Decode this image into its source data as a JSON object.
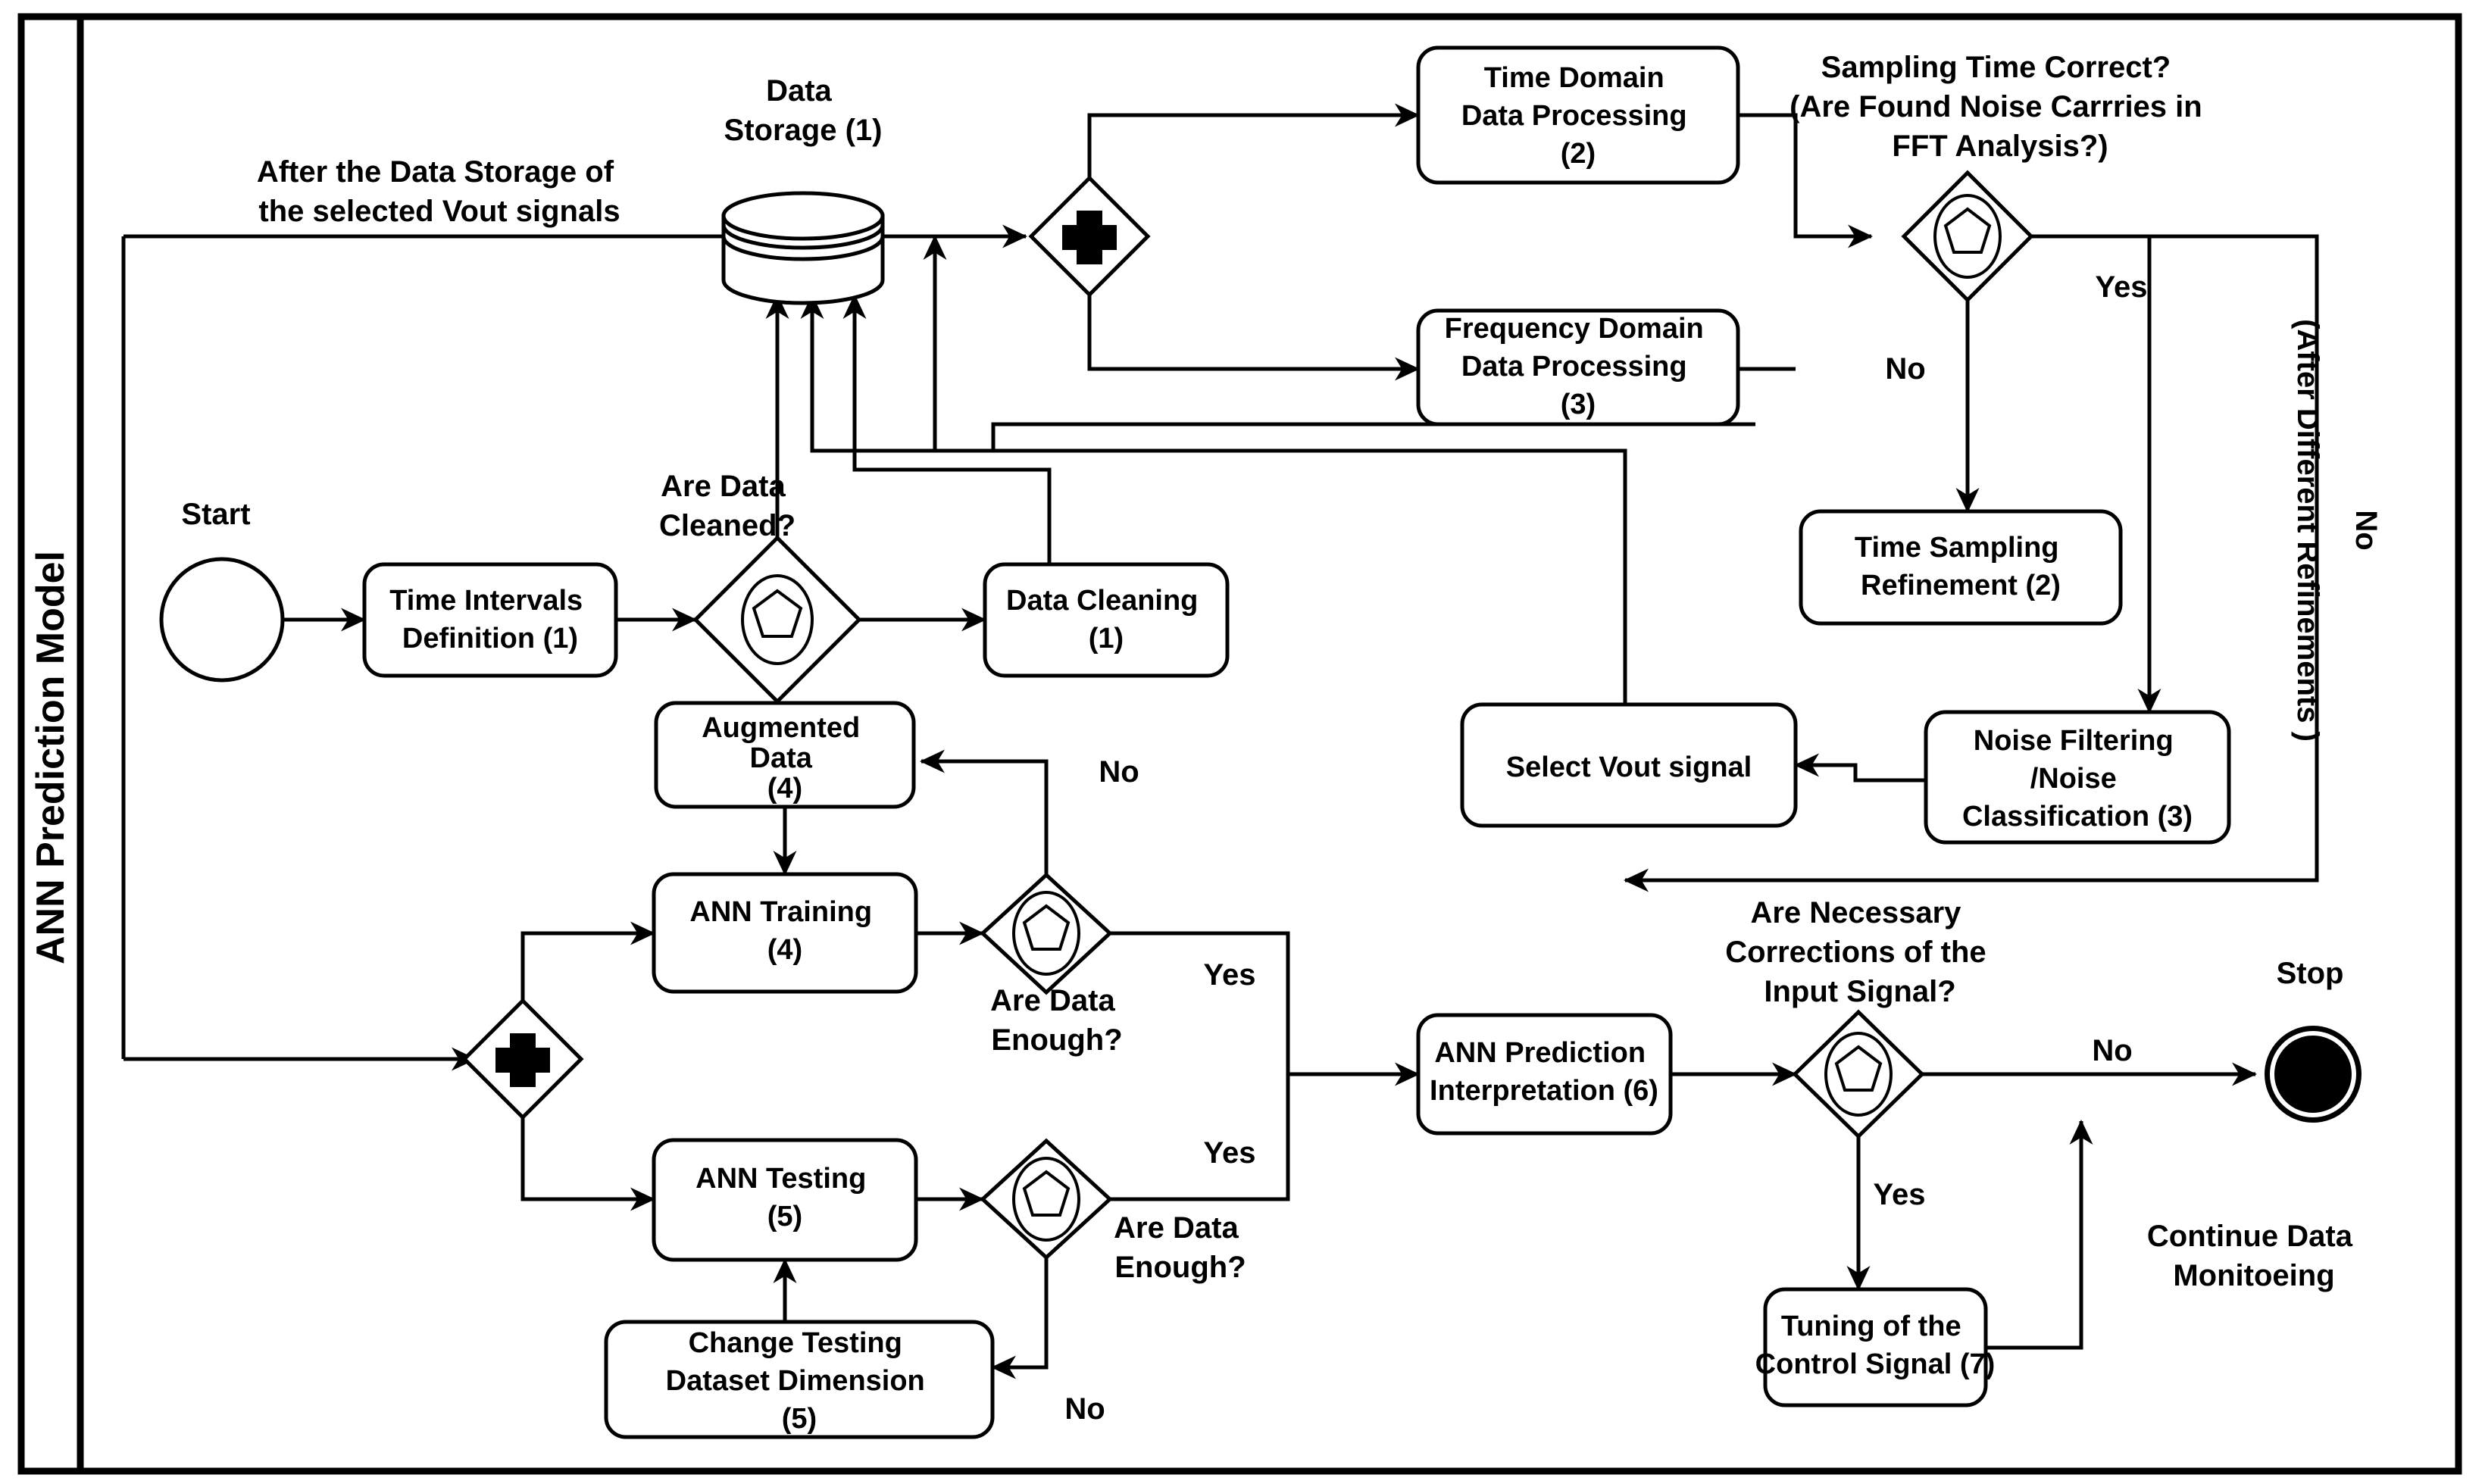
{
  "pool": {
    "lane_title": "ANN Prediction Model"
  },
  "events": {
    "start_label": "Start",
    "stop_label": "Stop"
  },
  "data_objects": [
    {
      "id": "data-storage",
      "label_line1": "Data",
      "label_line2": "Storage (1)"
    }
  ],
  "annotations": [
    {
      "id": "after-storage-note",
      "line1": "After the Data Storage of",
      "line2": "the selected Vout signals"
    },
    {
      "id": "continue-monitoring-note",
      "line1": "Continue Data",
      "line2": "Monitoeing"
    },
    {
      "id": "after-refinements-note",
      "text": "(After Different Refinements )"
    }
  ],
  "tasks": [
    {
      "id": "time-intervals-definition",
      "lines": [
        "Time Intervals",
        "Definition (1)"
      ]
    },
    {
      "id": "data-cleaning",
      "lines": [
        "Data Cleaning",
        "(1)"
      ]
    },
    {
      "id": "time-domain-data-processing",
      "lines": [
        "Time Domain",
        "Data Processing",
        "(2)"
      ]
    },
    {
      "id": "frequency-domain-data-processing",
      "lines": [
        "Frequency Domain",
        "Data Processing",
        "(3)"
      ]
    },
    {
      "id": "time-sampling-refinement",
      "lines": [
        "Time Sampling",
        "Refinement (2)"
      ]
    },
    {
      "id": "noise-filtering-classification",
      "lines": [
        "Noise Filtering",
        "/Noise",
        "Classification (3)"
      ]
    },
    {
      "id": "select-vout-signal",
      "lines": [
        "Select Vout signal"
      ]
    },
    {
      "id": "augmented-data",
      "lines": [
        "Augmented",
        "Data",
        "(4)"
      ]
    },
    {
      "id": "ann-training",
      "lines": [
        "ANN Training",
        "(4)"
      ]
    },
    {
      "id": "ann-testing",
      "lines": [
        "ANN Testing",
        "(5)"
      ]
    },
    {
      "id": "change-testing-dataset-dimension",
      "lines": [
        "Change Testing",
        "Dataset Dimension",
        "(5)"
      ]
    },
    {
      "id": "ann-prediction-interpretation",
      "lines": [
        "ANN Prediction",
        "Interpretation (6)"
      ]
    },
    {
      "id": "tuning-of-control-signal",
      "lines": [
        "Tuning of the",
        "Control Signal (7)"
      ]
    }
  ],
  "gateways": [
    {
      "id": "are-data-cleaned",
      "type": "event-based",
      "lines": [
        "Are Data",
        "Cleaned?"
      ]
    },
    {
      "id": "parallel-split-processing",
      "type": "parallel",
      "lines": []
    },
    {
      "id": "sampling-time-correct",
      "type": "event-based",
      "lines": [
        "Sampling Time Correct?",
        "(Are Found Noise Carrries in",
        "FFT Analysis?)"
      ]
    },
    {
      "id": "parallel-split-ann",
      "type": "parallel",
      "lines": []
    },
    {
      "id": "are-data-enough-training",
      "type": "event-based",
      "lines": [
        "Are Data",
        "Enough?"
      ]
    },
    {
      "id": "are-data-enough-testing",
      "type": "event-based",
      "lines": [
        "Are Data",
        "Enough?"
      ]
    },
    {
      "id": "are-necessary-corrections",
      "type": "event-based",
      "lines": [
        "Are Necessary",
        "Corrections of the",
        "Input Signal?"
      ]
    }
  ],
  "flow_labels": [
    {
      "id": "flow-sampling-no",
      "text": "No"
    },
    {
      "id": "flow-sampling-yes",
      "text": "Yes"
    },
    {
      "id": "flow-refinements-no",
      "text": "No"
    },
    {
      "id": "flow-training-no",
      "text": "No"
    },
    {
      "id": "flow-training-yes",
      "text": "Yes"
    },
    {
      "id": "flow-testing-yes",
      "text": "Yes"
    },
    {
      "id": "flow-testing-no",
      "text": "No"
    },
    {
      "id": "flow-corrections-no",
      "text": "No"
    },
    {
      "id": "flow-corrections-yes",
      "text": "Yes"
    }
  ],
  "colors": {
    "stroke": "#000000",
    "fill": "#ffffff"
  }
}
